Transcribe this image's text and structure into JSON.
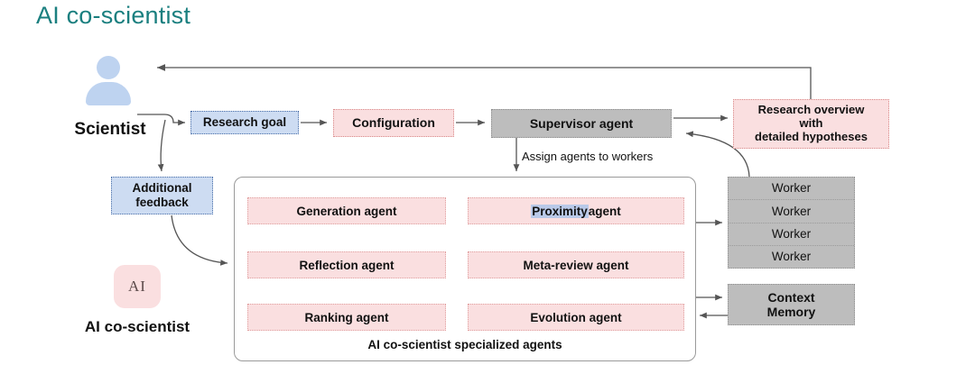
{
  "page": {
    "title": "AI co-scientist",
    "title_color": "#1a7f7f"
  },
  "actors": {
    "scientist_label": "Scientist",
    "scientist_icon": "person-icon",
    "ai_logo_text": "AI",
    "ai_caption": "AI co-scientist"
  },
  "flow": {
    "research_goal": "Research goal",
    "configuration": "Configuration",
    "supervisor_agent": "Supervisor agent",
    "assign_label": "Assign agents to workers",
    "additional_feedback_line1": "Additional",
    "additional_feedback_line2": "feedback",
    "research_overview_line1": "Research overview",
    "research_overview_line2": "with",
    "research_overview_line3": "detailed hypotheses"
  },
  "workers": {
    "rows": [
      "Worker",
      "Worker",
      "Worker",
      "Worker"
    ]
  },
  "memory": {
    "line1": "Context",
    "line2": "Memory"
  },
  "agents_panel": {
    "caption": "AI co-scientist specialized agents",
    "agents": [
      {
        "label": "Generation agent",
        "column": "left",
        "row": 1
      },
      {
        "label": "Proximity  agent",
        "column": "right",
        "row": 1,
        "highlighted_word": "Proximity",
        "highlight_color": "#b9c9e8",
        "suffix": " agent"
      },
      {
        "label": "Reflection agent",
        "column": "left",
        "row": 2
      },
      {
        "label": "Meta-review agent",
        "column": "right",
        "row": 2
      },
      {
        "label": "Ranking agent",
        "column": "left",
        "row": 3
      },
      {
        "label": "Evolution agent",
        "column": "right",
        "row": 3
      }
    ]
  },
  "colors": {
    "blue_fill": "#cddcf2",
    "blue_border": "#4a6fa8",
    "pink_fill": "#fadfe0",
    "pink_border": "#d98a8a",
    "gray_fill": "#bdbdbd",
    "gray_border": "#8f8f8f",
    "arrow_gray": "#555555",
    "arrow_red": "#c0392b",
    "title_teal": "#1a7f7f"
  }
}
